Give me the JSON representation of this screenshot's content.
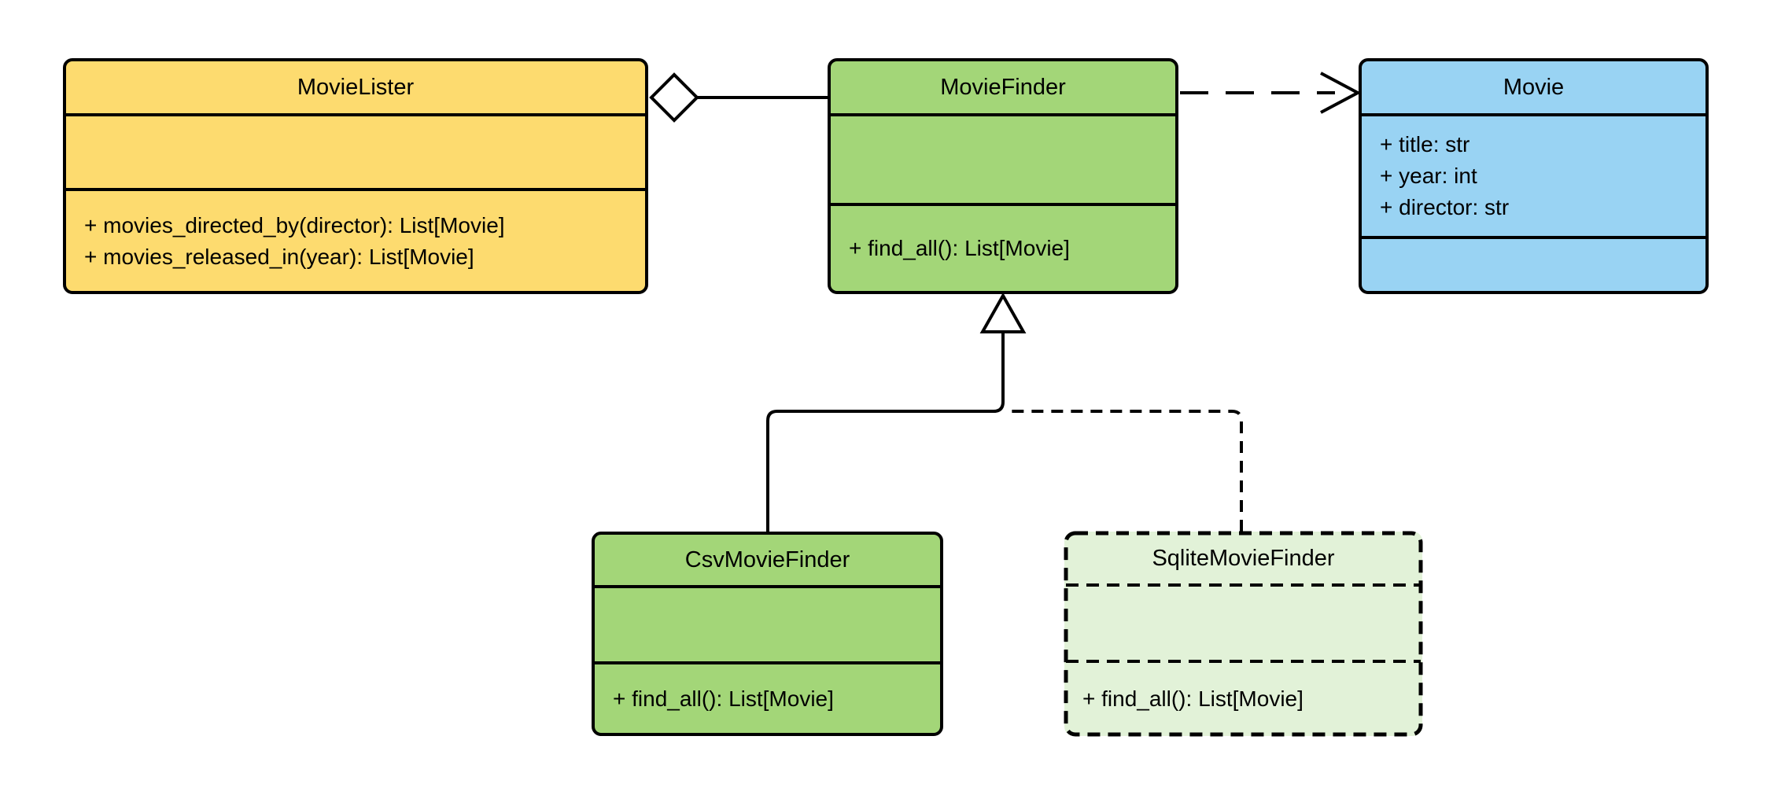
{
  "diagram_type": "uml-class-diagram",
  "classes": {
    "movieLister": {
      "name": "MovieLister",
      "attributes": [],
      "methods": [
        "+ movies_directed_by(director): List[Movie]",
        "+ movies_released_in(year): List[Movie]"
      ],
      "fill": "#FDDB6F",
      "border_style": "solid"
    },
    "movieFinder": {
      "name": "MovieFinder",
      "attributes": [],
      "methods": [
        "+ find_all(): List[Movie]"
      ],
      "fill": "#A3D678",
      "border_style": "solid"
    },
    "movie": {
      "name": "Movie",
      "attributes": [
        "+ title: str",
        "+ year: int",
        "+ director: str"
      ],
      "methods": [],
      "fill": "#99D3F3",
      "border_style": "solid"
    },
    "csvMovieFinder": {
      "name": "CsvMovieFinder",
      "attributes": [],
      "methods": [
        "+ find_all(): List[Movie]"
      ],
      "fill": "#A3D678",
      "border_style": "solid"
    },
    "sqliteMovieFinder": {
      "name": "SqliteMovieFinder",
      "attributes": [],
      "methods": [
        "+ find_all(): List[Movie]"
      ],
      "fill": "#E2F2D8",
      "border_style": "dashed"
    }
  },
  "relationships": [
    {
      "type": "aggregation",
      "source": "MovieLister",
      "target": "MovieFinder",
      "line": "solid",
      "marker": "hollow-diamond-at-source"
    },
    {
      "type": "dependency",
      "source": "MovieFinder",
      "target": "Movie",
      "line": "dashed",
      "marker": "open-arrowhead-at-target"
    },
    {
      "type": "generalization",
      "source": "CsvMovieFinder",
      "target": "MovieFinder",
      "line": "solid",
      "marker": "hollow-triangle-at-target"
    },
    {
      "type": "generalization",
      "source": "SqliteMovieFinder",
      "target": "MovieFinder",
      "line": "dashed",
      "marker": "hollow-triangle-at-target"
    }
  ],
  "colors": {
    "background": "#FFFFFF",
    "stroke": "#000000",
    "marker_fill": "#FFFFFF",
    "yellow": "#FDDB6F",
    "green": "#A3D678",
    "blue": "#99D3F3",
    "pale_green": "#E2F2D8"
  }
}
